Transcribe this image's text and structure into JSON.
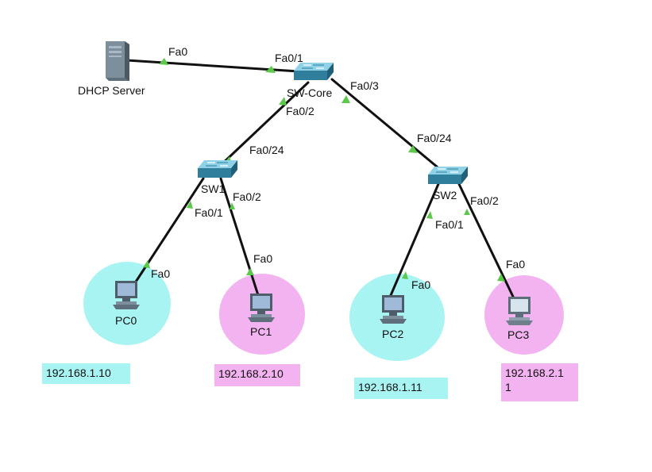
{
  "devices": {
    "dhcp": {
      "label": "DHCP Server"
    },
    "core": {
      "label": "SW-Core"
    },
    "sw1": {
      "label": "SW1"
    },
    "sw2": {
      "label": "SW2"
    },
    "pc0": {
      "label": "PC0"
    },
    "pc1": {
      "label": "PC1"
    },
    "pc2": {
      "label": "PC2"
    },
    "pc3": {
      "label": "PC3"
    }
  },
  "ports": {
    "dhcp_fa0": "Fa0",
    "core_fa0_1": "Fa0/1",
    "core_fa0_2": "Fa0/2",
    "core_fa0_3": "Fa0/3",
    "sw1_fa0_24": "Fa0/24",
    "sw1_fa0_1": "Fa0/1",
    "sw1_fa0_2": "Fa0/2",
    "sw2_fa0_24": "Fa0/24",
    "sw2_fa0_1": "Fa0/1",
    "sw2_fa0_2": "Fa0/2",
    "pc0_fa0": "Fa0",
    "pc1_fa0": "Fa0",
    "pc2_fa0": "Fa0",
    "pc3_fa0": "Fa0"
  },
  "notes": {
    "pc0_ip": "192.168.1.10",
    "pc1_ip": "192.168.2.10",
    "pc2_ip": "192.168.1.11",
    "pc3_ip_line1": "192.168.2.1",
    "pc3_ip_line2": "1"
  },
  "colors": {
    "vlan_cyan": "#a8f4f2",
    "vlan_pink": "#f3b3f1",
    "link": "#111111",
    "port_up": "#5cc84a"
  }
}
